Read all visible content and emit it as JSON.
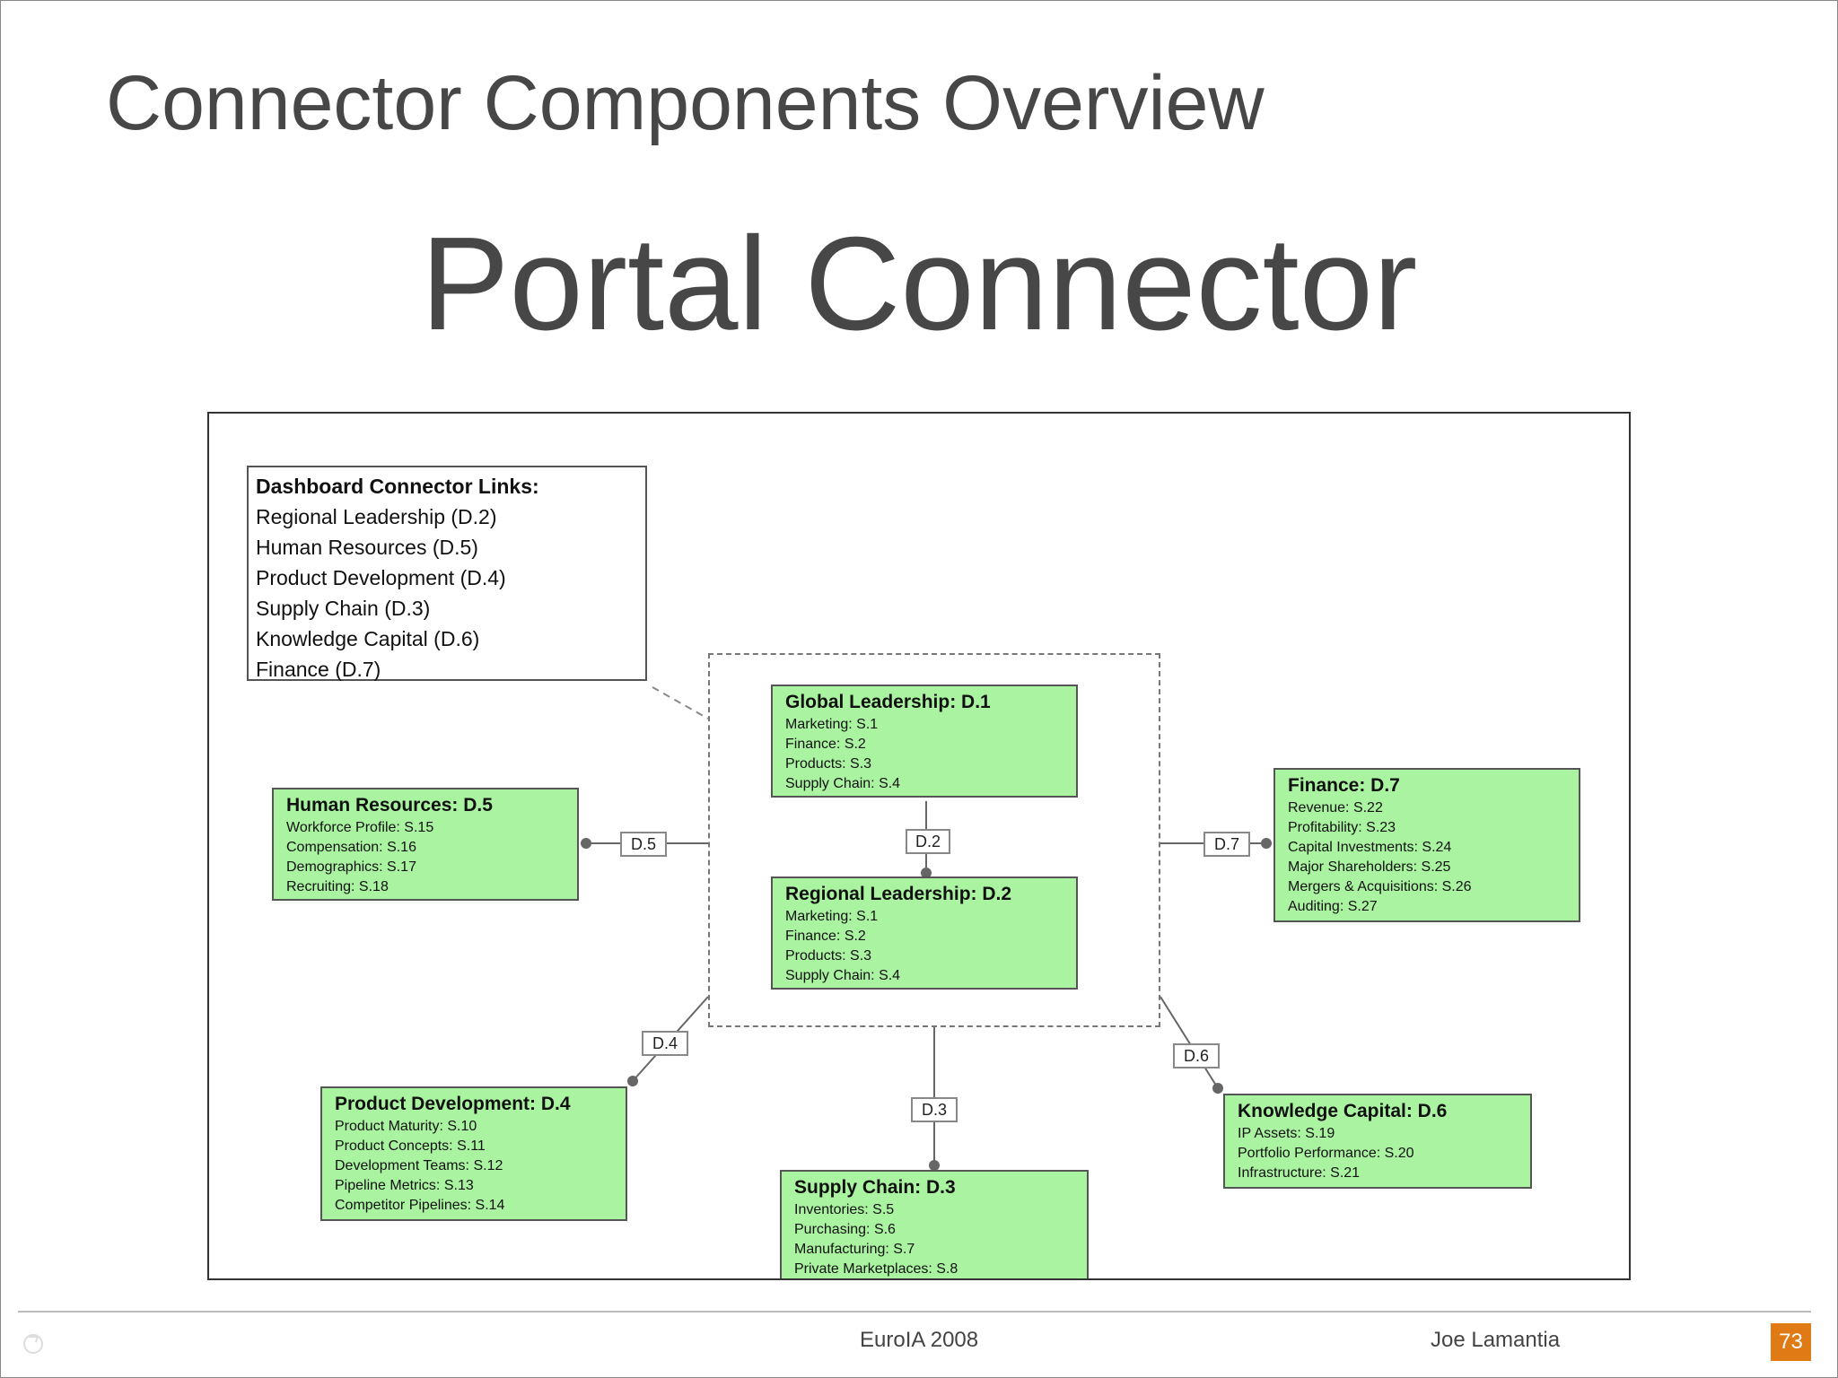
{
  "section_title": "Connector Components Overview",
  "main_title": "Portal Connector",
  "legend": {
    "title": "Dashboard Connector Links:",
    "items": [
      "Regional Leadership (D.2)",
      "Human Resources (D.5)",
      "Product Development (D.4)",
      "Supply Chain (D.3)",
      "Knowledge Capital (D.6)",
      "Finance (D.7)"
    ]
  },
  "nodes": {
    "global": {
      "title": "Global Leadership: D.1",
      "items": [
        "Marketing: S.1",
        "Finance: S.2",
        "Products: S.3",
        "Supply Chain: S.4"
      ]
    },
    "regional": {
      "title": "Regional Leadership: D.2",
      "items": [
        "Marketing: S.1",
        "Finance: S.2",
        "Products: S.3",
        "Supply Chain: S.4"
      ]
    },
    "hr": {
      "title": "Human Resources: D.5",
      "items": [
        "Workforce Profile: S.15",
        "Compensation: S.16",
        "Demographics: S.17",
        "Recruiting: S.18"
      ]
    },
    "finance": {
      "title": "Finance: D.7",
      "items": [
        "Revenue: S.22",
        "Profitability: S.23",
        "Capital Investments: S.24",
        "Major Shareholders: S.25",
        "Mergers & Acquisitions: S.26",
        "Auditing: S.27"
      ]
    },
    "product": {
      "title": "Product Development: D.4",
      "items": [
        "Product Maturity: S.10",
        "Product Concepts: S.11",
        "Development Teams: S.12",
        "Pipeline Metrics: S.13",
        "Competitor Pipelines: S.14"
      ]
    },
    "supply": {
      "title": "Supply Chain: D.3",
      "items": [
        "Inventories: S.5",
        "Purchasing: S.6",
        "Manufacturing: S.7",
        "Private Marketplaces: S.8"
      ]
    },
    "knowledge": {
      "title": "Knowledge Capital: D.6",
      "items": [
        "IP Assets: S.19",
        "Portfolio Performance: S.20",
        "Infrastructure: S.21"
      ]
    }
  },
  "tags": {
    "d2": "D.2",
    "d3": "D.3",
    "d4": "D.4",
    "d5": "D.5",
    "d6": "D.6",
    "d7": "D.7"
  },
  "footer": {
    "event": "EuroIA 2008",
    "author": "Joe Lamantia",
    "page": "73"
  },
  "colors": {
    "node_fill": "#aaf3a0",
    "page_badge": "#e07a14"
  }
}
